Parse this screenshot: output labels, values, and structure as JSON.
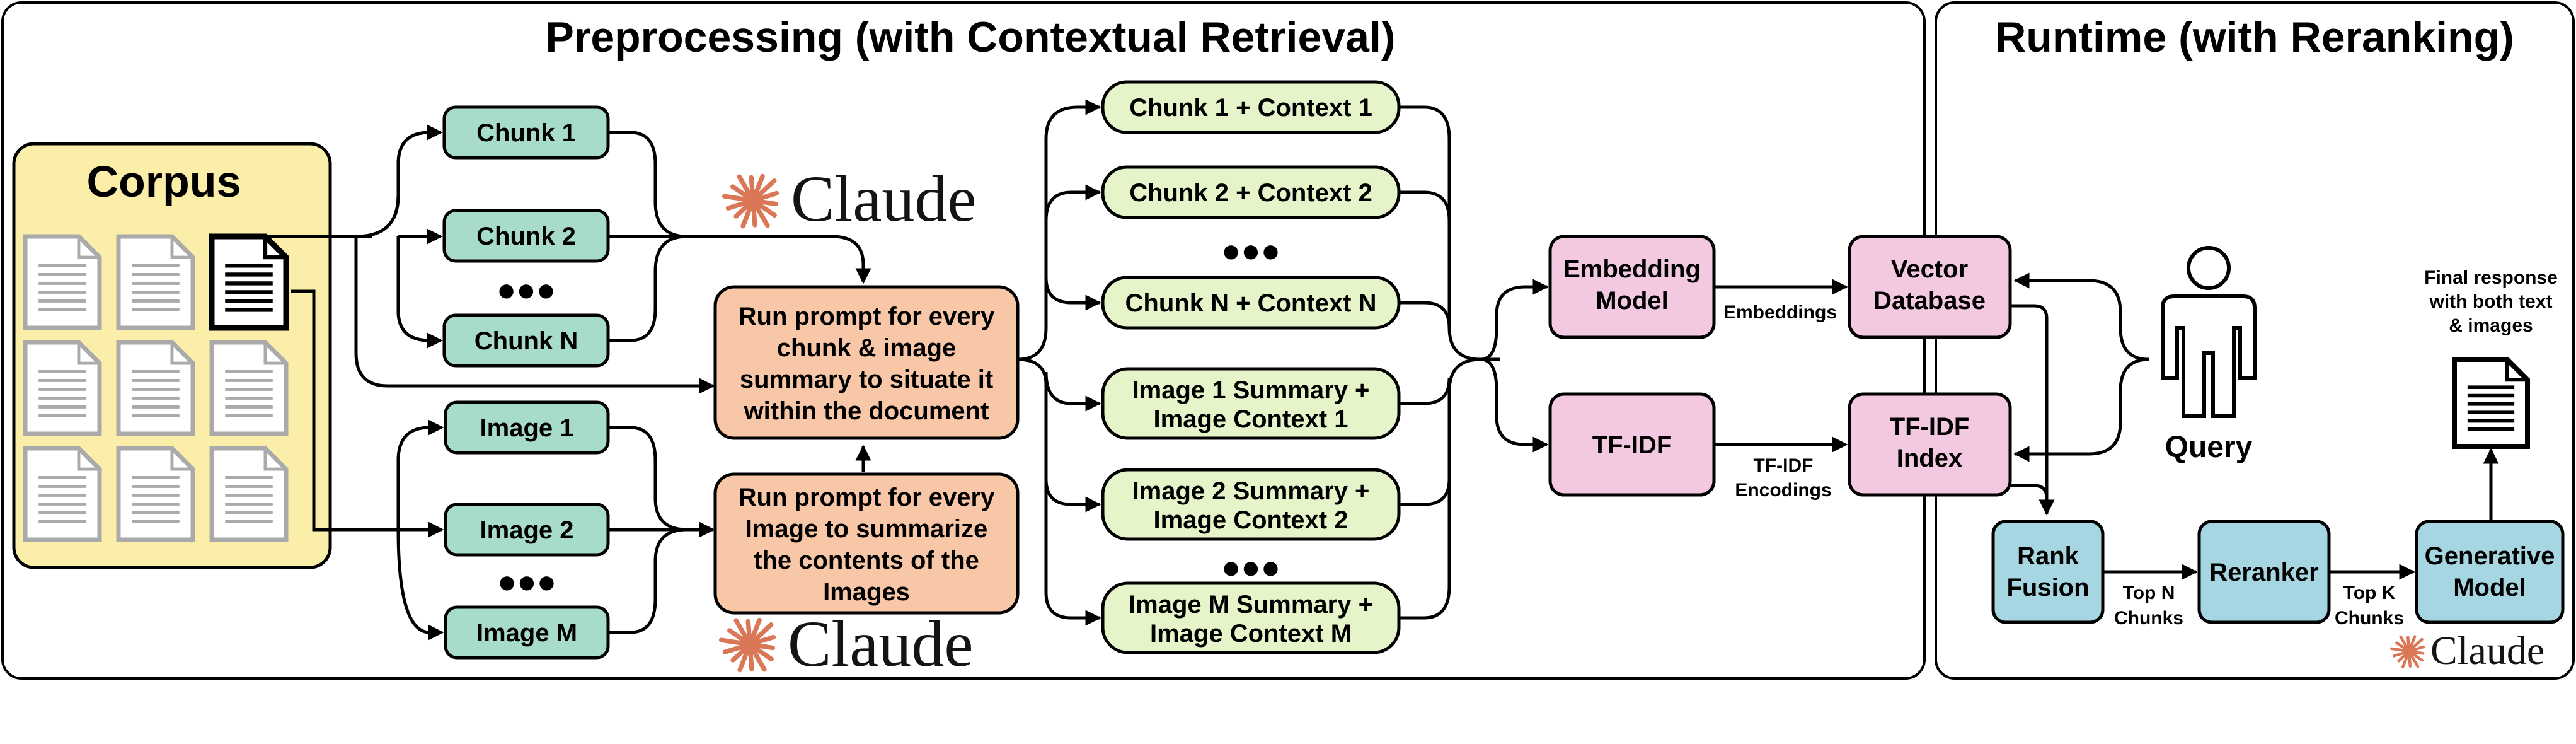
{
  "colors": {
    "corpus": "#fbeea9",
    "chunk": "#a7dcc9",
    "context": "#e5f4c9",
    "prompt": "#f8c7a7",
    "retrieval": "#f3c8e1",
    "runtime": "#a5d6e2",
    "claude_accent": "#d97757"
  },
  "preprocessing": {
    "title": "Preprocessing (with Contextual Retrieval)",
    "corpus": {
      "title": "Corpus",
      "doc_icon": "document-icon",
      "highlighted_doc_icon": "document-icon-highlighted"
    },
    "chunks": [
      "Chunk 1",
      "Chunk 2",
      "Chunk N"
    ],
    "images": [
      "Image 1",
      "Image 2",
      "Image M"
    ],
    "ellipsis": "●●●",
    "prompt_chunks": [
      "Run prompt for every",
      "chunk & image",
      "summary to situate it",
      "within the document"
    ],
    "prompt_images": [
      "Run prompt for every",
      "Image to summarize",
      "the contents of the",
      "Images"
    ],
    "claude_label": "Claude",
    "claude_icon": "claude-starburst-icon",
    "contexts": [
      [
        "Chunk 1 + Context 1"
      ],
      [
        "Chunk 2 + Context 2"
      ],
      [
        "Chunk N + Context N"
      ],
      [
        "Image 1 Summary +",
        "Image Context 1"
      ],
      [
        "Image 2 Summary +",
        "Image Context 2"
      ],
      [
        "Image M Summary +",
        "Image Context M"
      ]
    ],
    "embedding_model": [
      "Embedding",
      "Model"
    ],
    "tfidf": "TF-IDF",
    "vector_db": [
      "Vector",
      "Database"
    ],
    "tfidf_index": [
      "TF-IDF",
      "Index"
    ],
    "embeddings_label": "Embeddings",
    "tfidf_encodings_label": [
      "TF-IDF",
      "Encodings"
    ]
  },
  "runtime": {
    "title": "Runtime (with Reranking)",
    "query_label": "Query",
    "query_icon": "person-icon",
    "rank_fusion": [
      "Rank",
      "Fusion"
    ],
    "reranker": "Reranker",
    "generative_model": [
      "Generative",
      "Model"
    ],
    "top_n_label": [
      "Top N",
      "Chunks"
    ],
    "top_k_label": [
      "Top K",
      "Chunks"
    ],
    "final_response": [
      "Final response",
      "with both text",
      "& images"
    ],
    "final_response_icon": "document-icon",
    "claude_label": "Claude"
  }
}
